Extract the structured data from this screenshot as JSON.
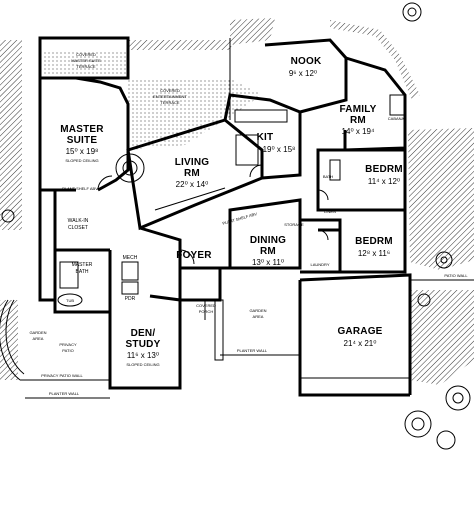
{
  "rooms": {
    "nook": {
      "name": "NOOK",
      "dims": "9⁶ x 12⁰"
    },
    "family": {
      "name1": "FAMILY",
      "name2": "RM",
      "dims": "14⁰ x 19⁴"
    },
    "master": {
      "name1": "MASTER",
      "name2": "SUITE",
      "dims": "15⁰ x 19⁸"
    },
    "living": {
      "name1": "LIVING",
      "name2": "RM",
      "dims": "22⁰ x 14⁰"
    },
    "kit": {
      "name": "KIT",
      "dims": "19⁰ x 15⁸"
    },
    "bedrm1": {
      "name": "BEDRM",
      "dims": "11⁴ x 12⁰"
    },
    "bedrm2": {
      "name": "BEDRM",
      "dims": "12⁸ x 11⁶"
    },
    "dining": {
      "name1": "DINING",
      "name2": "RM",
      "dims": "13⁰ x 11⁰"
    },
    "foyer": {
      "name": "FOYER"
    },
    "den": {
      "name1": "DEN/",
      "name2": "STUDY",
      "dims": "11⁶ x 13⁰"
    },
    "garage": {
      "name": "GARAGE",
      "dims": "21⁴ x 21⁰"
    }
  },
  "notes": {
    "covered_master_terrace": [
      "COVERED",
      "MASTER SUITE",
      "TERRACE"
    ],
    "covered_ent_terrace": [
      "COVERED",
      "ENTERTAINMENT",
      "TERRACE"
    ],
    "sloped_ceiling_master": "SLOPED CEILING",
    "sloped_ceiling_den": "SLOPED CEILING",
    "plant_shelf_abv_1": "PLANT SHELF ABV",
    "plant_shelf_abv_2": "PLANT SHELF ABV",
    "walk_in_closet": [
      "WALK-IN",
      "CLOSET"
    ],
    "master_bath": [
      "MASTER",
      "BATH"
    ],
    "mech": "MECH",
    "pdr": "PDR",
    "linen": "LINEN",
    "laundry": "LAUNDRY",
    "cabana": "CABANA",
    "bath": "BATH",
    "storage": "STORAGE",
    "tub": "TUB",
    "covered_porch": [
      "COVERED",
      "PORCH"
    ],
    "garden_area_center": [
      "GARDEN",
      "AREA"
    ],
    "garden_area_left": [
      "GARDEN",
      "AREA"
    ],
    "privacy_patio": [
      "PRIVACY",
      "PATIO"
    ],
    "privacy_patio_wall": "PRIVACY PATIO WALL",
    "planter_wall_left": "PLANTER WALL",
    "planter_wall_center": "PLANTER WALL",
    "patio_wall": "PATIO WALL"
  }
}
